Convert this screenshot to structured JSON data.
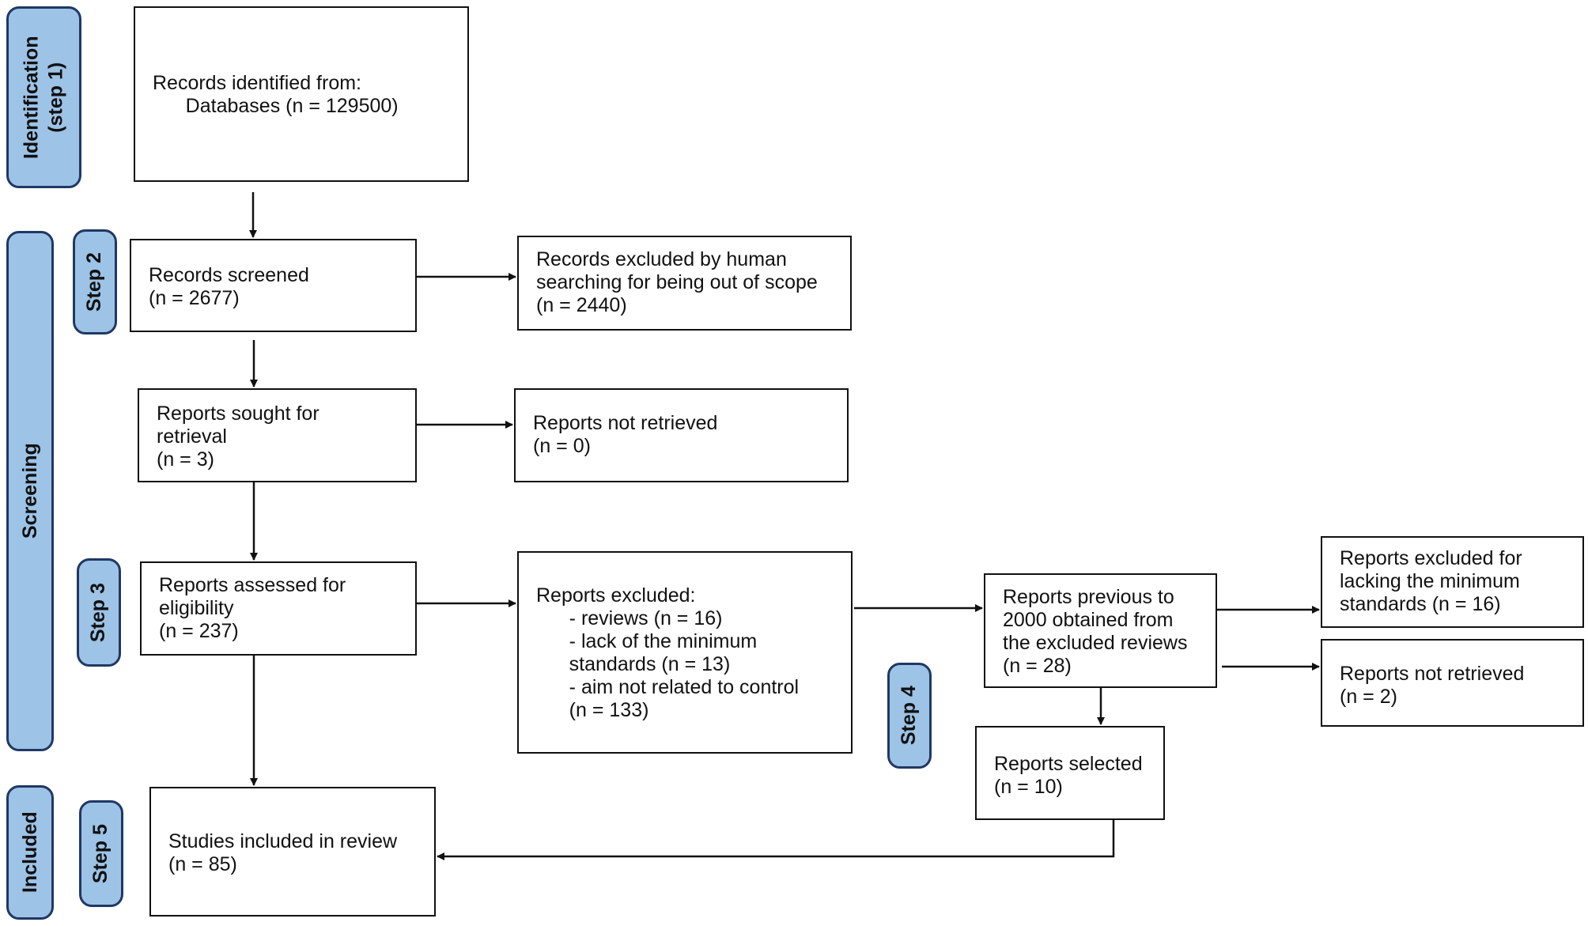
{
  "phases": {
    "identification": {
      "line1": "Identification",
      "line2": "(step 1)"
    },
    "screening": "Screening",
    "included": "Included"
  },
  "steps": {
    "step2": "Step 2",
    "step3": "Step 3",
    "step4": "Step 4",
    "step5": "Step 5"
  },
  "boxes": {
    "records_identified": [
      "Records identified from:",
      "      Databases (n = 129500)"
    ],
    "records_screened": [
      "Records screened",
      "(n = 2677)"
    ],
    "records_excluded_human": [
      "Records excluded by human",
      "searching for being out of scope",
      "(n = 2440)"
    ],
    "reports_sought": [
      "Reports sought for",
      "retrieval",
      "(n = 3)"
    ],
    "reports_not_retrieved_1": [
      "Reports not retrieved",
      "(n = 0)"
    ],
    "reports_assessed": [
      "Reports assessed for",
      "eligibility",
      "(n = 237)"
    ],
    "reports_excluded": [
      "Reports excluded:",
      "      - reviews (n = 16)",
      "      - lack of the minimum",
      "      standards (n = 13)",
      "      - aim not related to control",
      "      (n = 133)"
    ],
    "reports_previous_2000": [
      "Reports previous to",
      "2000 obtained from",
      "the excluded reviews",
      "(n = 28)"
    ],
    "reports_excluded_minimum": [
      "Reports excluded for",
      "lacking the minimum",
      "standards (n = 16)"
    ],
    "reports_not_retrieved_2": [
      "Reports not retrieved",
      "(n = 2)"
    ],
    "reports_selected": [
      "Reports selected",
      "(n = 10)"
    ],
    "studies_included": [
      "Studies included in review",
      "(n = 85)"
    ]
  }
}
